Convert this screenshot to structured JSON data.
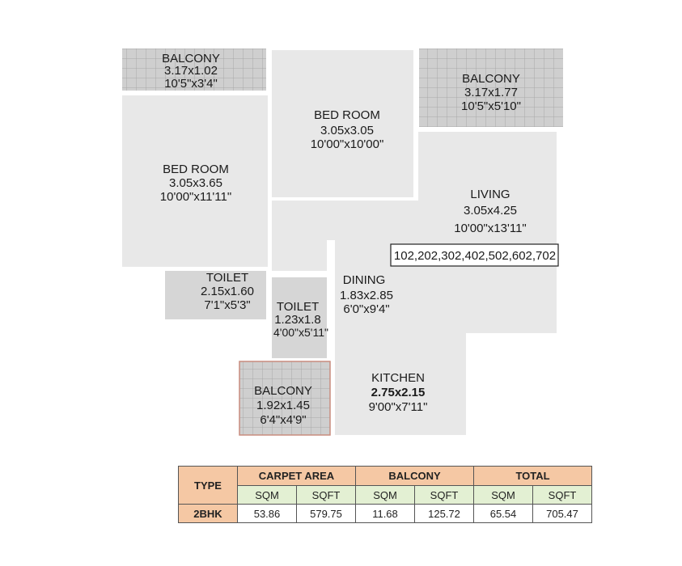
{
  "plan": {
    "rooms": [
      {
        "key": "balcony_top_left",
        "name": "BALCONY",
        "size_m": "3.17x1.02",
        "size_ft": "10'5\"x3'4\""
      },
      {
        "key": "bedroom_center",
        "name": "BED ROOM",
        "size_m": "3.05x3.05",
        "size_ft": "10'00\"x10'00\""
      },
      {
        "key": "balcony_top_right",
        "name": "BALCONY",
        "size_m": "3.17x1.77",
        "size_ft": "10'5\"x5'10\""
      },
      {
        "key": "bedroom_left",
        "name": "BED ROOM",
        "size_m": "3.05x3.65",
        "size_ft": "10'00\"x11'11\""
      },
      {
        "key": "living",
        "name": "LIVING",
        "size_m": "3.05x4.25",
        "size_ft": "10'00\"x13'11\""
      },
      {
        "key": "toilet_left",
        "name": "TOILET",
        "size_m": "2.15x1.60",
        "size_ft": "7'1\"x5'3\""
      },
      {
        "key": "dining",
        "name": "DINING",
        "size_m": "1.83x2.85",
        "size_ft": "6'0\"x9'4\""
      },
      {
        "key": "toilet_center",
        "name": "TOILET",
        "size_m": "1.23x1.8",
        "size_ft": "4'00\"x5'11\""
      },
      {
        "key": "kitchen",
        "name": "KITCHEN",
        "size_m": "2.75x2.15",
        "size_ft": "9'00\"x7'11\""
      },
      {
        "key": "balcony_bottom",
        "name": "BALCONY",
        "size_m": "1.92x1.45",
        "size_ft": "6'4\"x4'9\""
      }
    ],
    "unit_numbers": "102,202,302,402,502,602,702"
  },
  "table": {
    "type_header": "TYPE",
    "groups": [
      "CARPET AREA",
      "BALCONY",
      "TOTAL"
    ],
    "units": [
      "SQM",
      "SQFT",
      "SQM",
      "SQFT",
      "SQM",
      "SQFT"
    ],
    "rows": [
      {
        "type": "2BHK",
        "values": [
          "53.86",
          "579.75",
          "11.68",
          "125.72",
          "65.54",
          "705.47"
        ]
      }
    ]
  },
  "colors": {
    "floor": "#e8e8e8",
    "wall": "#ffffff",
    "balcony_tile": "#cfcfcf",
    "table_header": "#f5c8a4",
    "table_subheader": "#e3f0d3"
  }
}
